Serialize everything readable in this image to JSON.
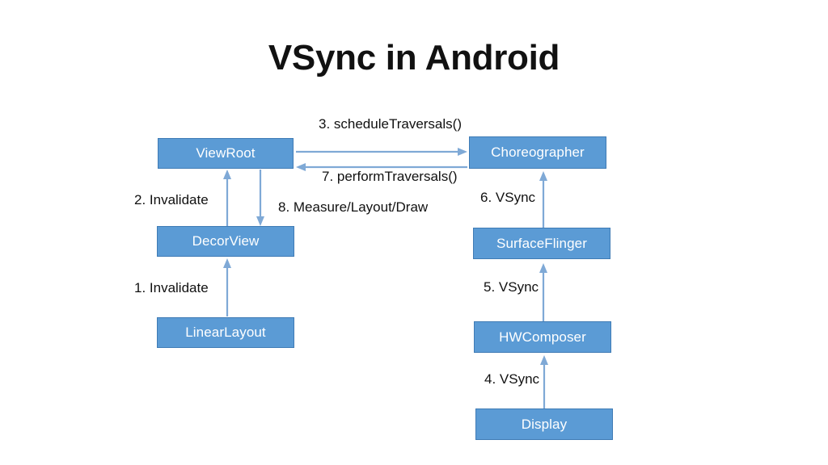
{
  "slide": {
    "title": "VSync in Android",
    "background_color": "#FFFFFF",
    "node_fill_color": "#5B9BD5",
    "node_text_color": "#FFFFFF",
    "arrow_color": "#7FA9D6",
    "label_text_color": "#111111"
  },
  "nodes": [
    {
      "id": "viewroot",
      "label": "ViewRoot"
    },
    {
      "id": "choreographer",
      "label": "Choreographer"
    },
    {
      "id": "decorview",
      "label": "DecorView"
    },
    {
      "id": "surfaceflinger",
      "label": "SurfaceFlinger"
    },
    {
      "id": "linearlayout",
      "label": "LinearLayout"
    },
    {
      "id": "hwcomposer",
      "label": "HWComposer"
    },
    {
      "id": "display",
      "label": "Display"
    }
  ],
  "edges": [
    {
      "id": "schedule-traversals",
      "label": "3. scheduleTraversals()",
      "from": "viewroot",
      "to": "choreographer",
      "direction": "right"
    },
    {
      "id": "perform-traversals",
      "label": "7. performTraversals()",
      "from": "choreographer",
      "to": "viewroot",
      "direction": "left"
    },
    {
      "id": "invalidate-2",
      "label": "2. Invalidate",
      "from": "decorview",
      "to": "viewroot",
      "direction": "up"
    },
    {
      "id": "measure-layout-draw",
      "label": "8. Measure/Layout/Draw",
      "from": "viewroot",
      "to": "decorview",
      "direction": "down"
    },
    {
      "id": "invalidate-1",
      "label": "1. Invalidate",
      "from": "linearlayout",
      "to": "decorview",
      "direction": "up"
    },
    {
      "id": "vsync-6",
      "label": "6. VSync",
      "from": "surfaceflinger",
      "to": "choreographer",
      "direction": "up"
    },
    {
      "id": "vsync-5",
      "label": "5. VSync",
      "from": "hwcomposer",
      "to": "surfaceflinger",
      "direction": "up"
    },
    {
      "id": "vsync-4",
      "label": "4. VSync",
      "from": "display",
      "to": "hwcomposer",
      "direction": "up"
    }
  ]
}
